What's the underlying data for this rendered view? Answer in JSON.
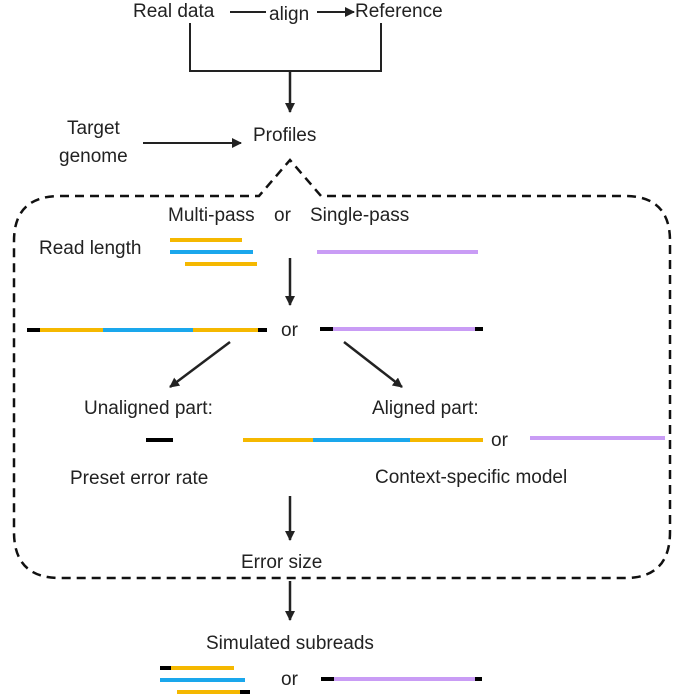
{
  "colors": {
    "yellow": "#F5B800",
    "blue": "#1AA7EC",
    "purple": "#C99CF5",
    "black": "#000000",
    "text": "#222222"
  },
  "labels": {
    "real_data": "Real data",
    "align": "align",
    "reference": "Reference",
    "target_genome_line1": "Target",
    "target_genome_line2": "genome",
    "profiles": "Profiles",
    "multi_pass": "Multi-pass",
    "or_top": "or",
    "single_pass": "Single-pass",
    "read_length": "Read length",
    "or_mid": "or",
    "unaligned_part": "Unaligned part:",
    "aligned_part": "Aligned part:",
    "or_aligned": "or",
    "preset_error_rate": "Preset error rate",
    "context_specific_model": "Context-specific model",
    "error_size": "Error size",
    "simulated_subreads": "Simulated subreads",
    "or_bottom": "or"
  }
}
